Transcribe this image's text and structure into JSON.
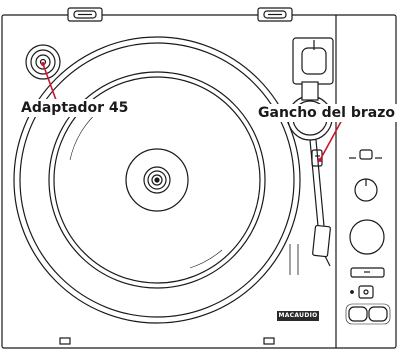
{
  "diagram": {
    "callouts": {
      "adapter_45": "Adaptador 45",
      "arm_rest": "Gancho del brazo"
    },
    "brand_logo": "MACAUDIO",
    "colors": {
      "outline": "#1a1a1a",
      "callout_line": "#d0152b",
      "background": "#ffffff"
    }
  }
}
